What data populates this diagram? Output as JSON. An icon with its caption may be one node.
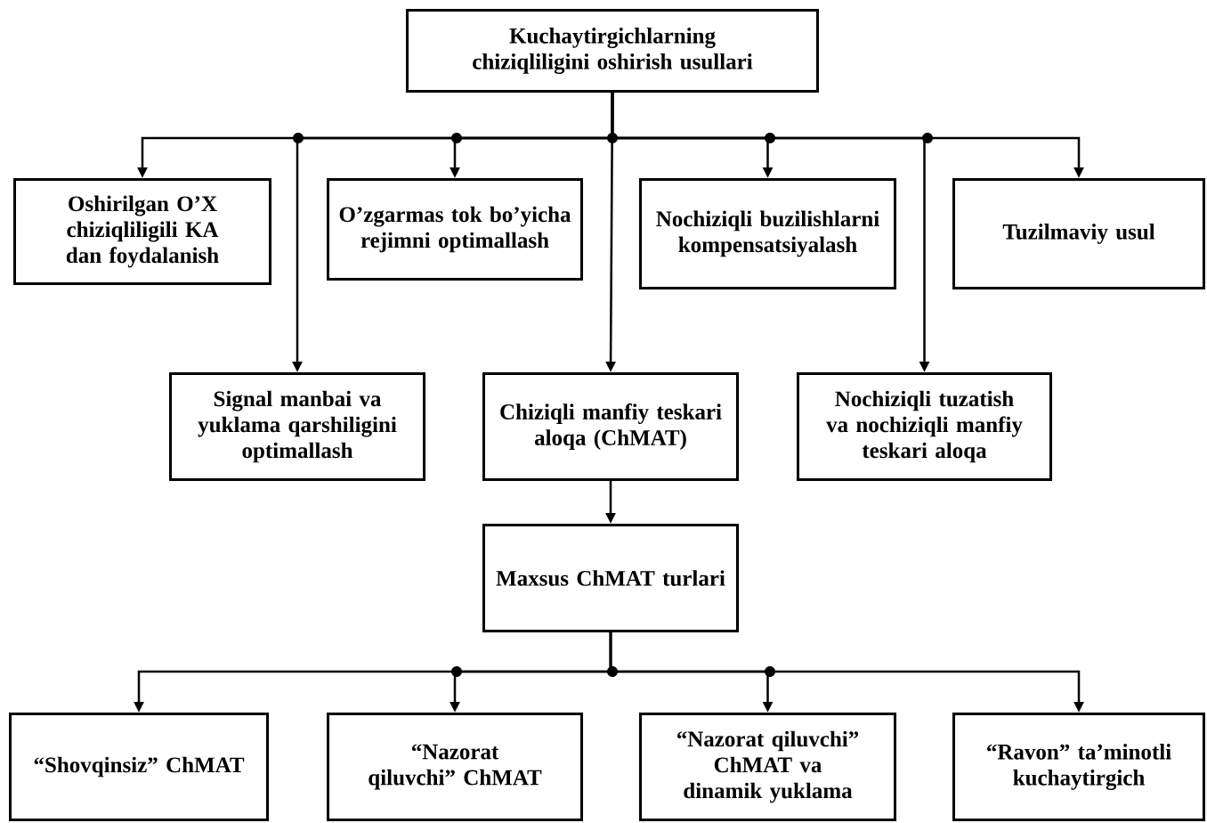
{
  "diagram": {
    "nodes": [
      {
        "text": [
          "Kuchaytirgichlarning chiziqliligini oshirish usullari"
        ]
      },
      {
        "text": [
          "Oshirilgan O’X chiziqliligili KA dan foydalanish"
        ]
      },
      {
        "text": [
          "O’zgarmas tok bo’yicha rejimni optimallash"
        ]
      },
      {
        "text": [
          "Nochiziqli buzilishlarni kompensatsiyalash"
        ]
      },
      {
        "text": [
          "Tuzilmaviy usul"
        ]
      },
      {
        "text": [
          "Signal manbai va yuklama qarshiligini optimallash"
        ]
      },
      {
        "text": [
          "Chiziqli manfiy teskari aloqa (ChMAT)"
        ]
      },
      {
        "text": [
          "Nochiziqli tuzatish va nochiziqli manfiy teskari aloqa"
        ]
      },
      {
        "text": [
          "Maxsus ChMAT turlari"
        ]
      },
      {
        "text": [
          "“Shovqinsiz” ChMAT"
        ]
      },
      {
        "text": [
          "“Nazorat qiluvchi” ChMAT"
        ]
      },
      {
        "text": [
          "“Nazorat qiluvchi” ChMAT va dinamik yuklama"
        ]
      },
      {
        "text": [
          "“Ravon” ta’minotli kuchaytirgich"
        ]
      }
    ],
    "edges": [
      {
        "from": 0,
        "to": 1,
        "arrow": "to"
      },
      {
        "from": 0,
        "to": 5,
        "arrow": "to"
      },
      {
        "from": 0,
        "to": 2,
        "arrow": "to"
      },
      {
        "from": 0,
        "to": 6,
        "arrow": "to"
      },
      {
        "from": 0,
        "to": 3,
        "arrow": "to"
      },
      {
        "from": 0,
        "to": 7,
        "arrow": "to"
      },
      {
        "from": 0,
        "to": 4,
        "arrow": "to"
      },
      {
        "from": 6,
        "to": 8,
        "arrow": "to"
      },
      {
        "from": 8,
        "to": 9,
        "arrow": "to"
      },
      {
        "from": 8,
        "to": 10,
        "arrow": "to"
      },
      {
        "from": 8,
        "to": 11,
        "arrow": "to"
      },
      {
        "from": 8,
        "to": 12,
        "arrow": "to"
      }
    ]
  }
}
